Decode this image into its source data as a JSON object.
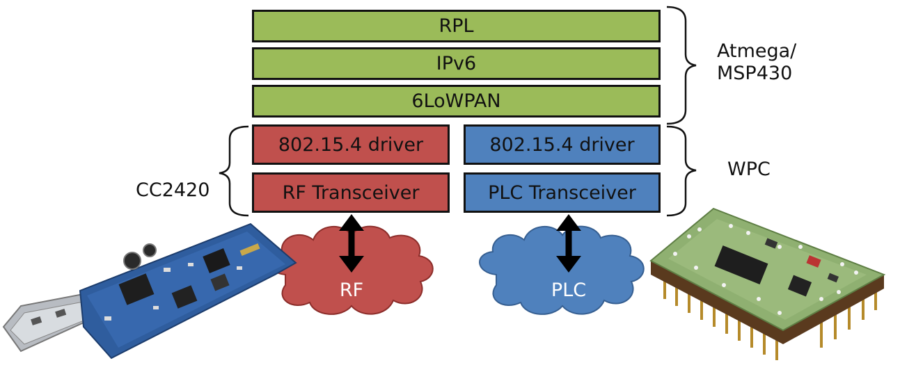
{
  "stack": {
    "shared_layers": [
      "RPL",
      "IPv6",
      "6LoWPAN"
    ],
    "rf_column": {
      "driver": "802.15.4 driver",
      "transceiver": "RF Transceiver"
    },
    "plc_column": {
      "driver": "802.15.4 driver",
      "transceiver": "PLC Transceiver"
    }
  },
  "labels": {
    "mcu_line1": "Atmega/",
    "mcu_line2": "MSP430",
    "rf_chip": "CC2420",
    "plc_chip": "WPC"
  },
  "clouds": {
    "rf": "RF",
    "plc": "PLC"
  },
  "colors": {
    "shared": "#9bbb59",
    "rf": "#c0504d",
    "plc": "#4f81bd",
    "border": "#111111"
  },
  "images": {
    "left": "usb-radio-board-photo",
    "right": "plc-module-photo"
  }
}
